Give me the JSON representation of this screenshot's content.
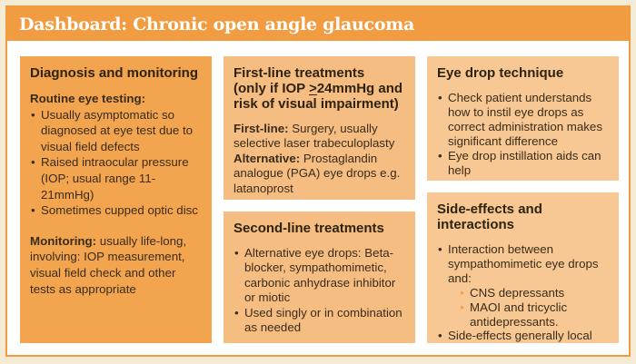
{
  "header": {
    "title": "Dashboard: Chronic open angle glaucoma"
  },
  "panels": {
    "diagnosis": {
      "title": "Diagnosis and monitoring",
      "subheading": "Routine eye testing:",
      "bullets": [
        "Usually asymptomatic so diagnosed at eye test due to visual field defects",
        "Raised intraocular pressure (IOP; usual range 11-21mmHg)",
        "Sometimes cupped optic disc"
      ],
      "monitoring_label": "Monitoring:",
      "monitoring_text": " usually life-long, involving: IOP measurement, visual field check and other tests as appropriate"
    },
    "first_line": {
      "title_line1": "First-line treatments",
      "title_line2_pre": "(only if IOP ",
      "title_geq_symbol": ">",
      "title_line2_post": "24mmHg and risk of visual impairment)",
      "primary_label": "First-line:",
      "primary_text": " Surgery, usually selective laser trabeculoplasty",
      "alternative_label": "Alternative:",
      "alternative_text": " Prostaglandin analogue (PGA) eye drops e.g. latanoprost"
    },
    "second_line": {
      "title": "Second-line treatments",
      "bullets": [
        "Alternative eye drops: Beta-blocker, sympathomimetic, carbonic anhydrase inhibitor or miotic",
        "Used singly or in combination as needed"
      ]
    },
    "eye_drop_technique": {
      "title": "Eye drop technique",
      "bullets": [
        "Check patient understands how to instil eye drops as correct administration makes significant difference",
        "Eye drop instillation aids can help"
      ]
    },
    "side_effects": {
      "title": "Side-effects and interactions",
      "bullet_interaction": "Interaction between sympathomimetic eye drops and:",
      "sub_bullets": [
        "CNS depressants",
        "MAOI and tricyclic antidepressants."
      ],
      "bullet_general": "Side-effects generally local and subside over time"
    }
  },
  "colors": {
    "page_background": "#f5ead3",
    "frame_border": "#ee9a3e",
    "header_background": "#f19c40",
    "header_text": "#ffffff",
    "panel_dark_background": "#f2a44e",
    "panel_mid_background": "#f5bd81",
    "panel_light_background": "#f7c893",
    "body_text": "#3a2c1a",
    "sub_bullet_dot": "#f0a04c"
  }
}
